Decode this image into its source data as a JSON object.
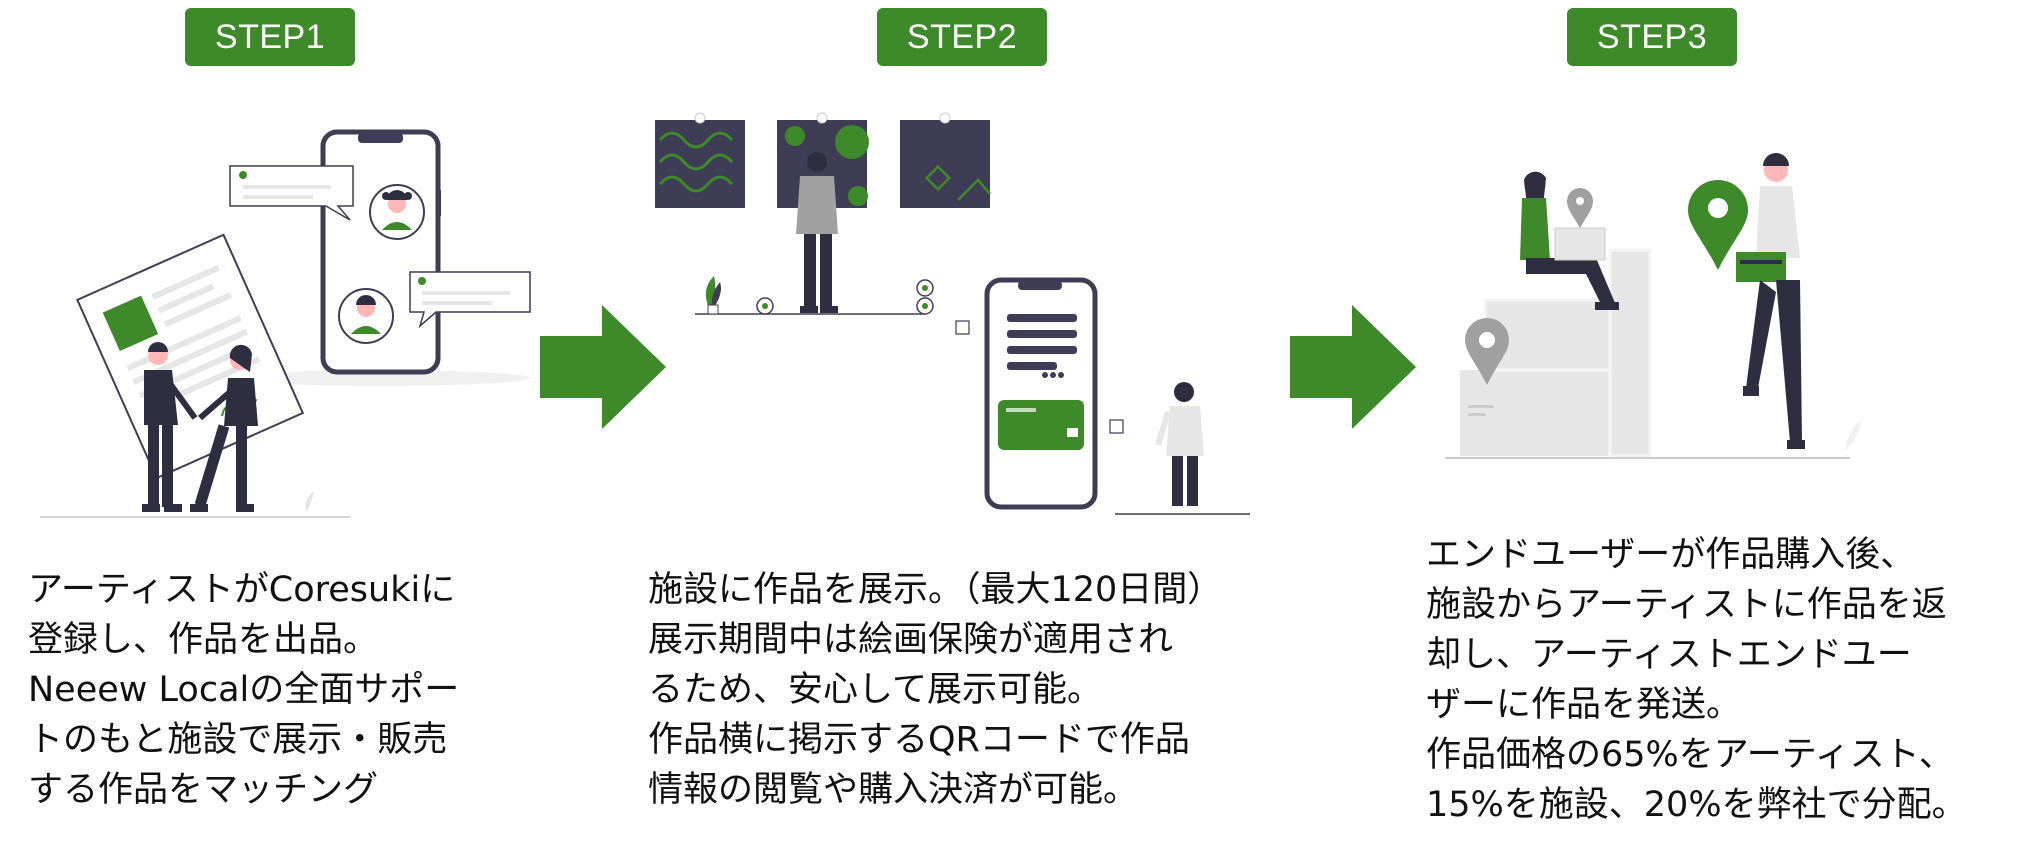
{
  "colors": {
    "accent": "#3e8a2a",
    "dark": "#2f2e41",
    "light_gray": "#e6e6e6"
  },
  "steps": [
    {
      "badge": "STEP1",
      "illustration": "artist-registration-handshake-illustration",
      "lines": [
        "アーティストがCoresukiに",
        "登録し、作品を出品。",
        "Neeew Localの全面サポー",
        "トのもと施設で展示・販売",
        "する作品をマッチング"
      ]
    },
    {
      "badge": "STEP2",
      "illustration": "gallery-exhibition-mobile-payment-illustration",
      "lines": [
        "施設に作品を展示。（最大120日間）",
        "展示期間中は絵画保険が適用され",
        "るため、安心して展示可能。",
        "作品横に掲示するQRコードで作品",
        "情報の閲覧や購入決済が可能。"
      ]
    },
    {
      "badge": "STEP3",
      "illustration": "delivery-shipping-illustration",
      "lines": [
        "エンドユーザーが作品購入後、",
        "施設からアーティストに作品を返",
        "却し、アーティストエンドユー",
        "ザーに作品を発送。",
        "作品価格の65%をアーティスト、",
        "15%を施設、20%を弊社で分配。"
      ]
    }
  ]
}
